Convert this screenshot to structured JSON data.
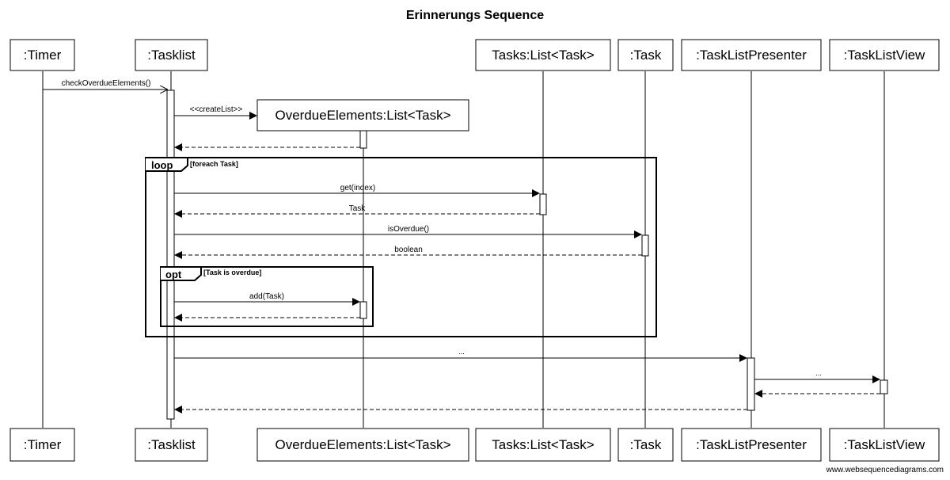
{
  "title": "Erinnerungs Sequence",
  "watermark": "www.websequencediagrams.com",
  "participants": {
    "timer": ":Timer",
    "tasklist": ":Tasklist",
    "overdue": "OverdueElements:List<Task>",
    "tasks": "Tasks:List<Task>",
    "task": ":Task",
    "presenter": ":TaskListPresenter",
    "view": ":TaskListView"
  },
  "messages": {
    "m1": "checkOverdueElements()",
    "m2": "<<createList>>",
    "m3": "get(index)",
    "m4": "Task",
    "m5": "isOverdue()",
    "m6": "boolean",
    "m7": "add(Task)",
    "m8": "...",
    "m9": "..."
  },
  "fragments": {
    "loop_label": "loop",
    "loop_guard": "[foreach Task]",
    "opt_label": "opt",
    "opt_guard": "[Task is overdue]"
  }
}
